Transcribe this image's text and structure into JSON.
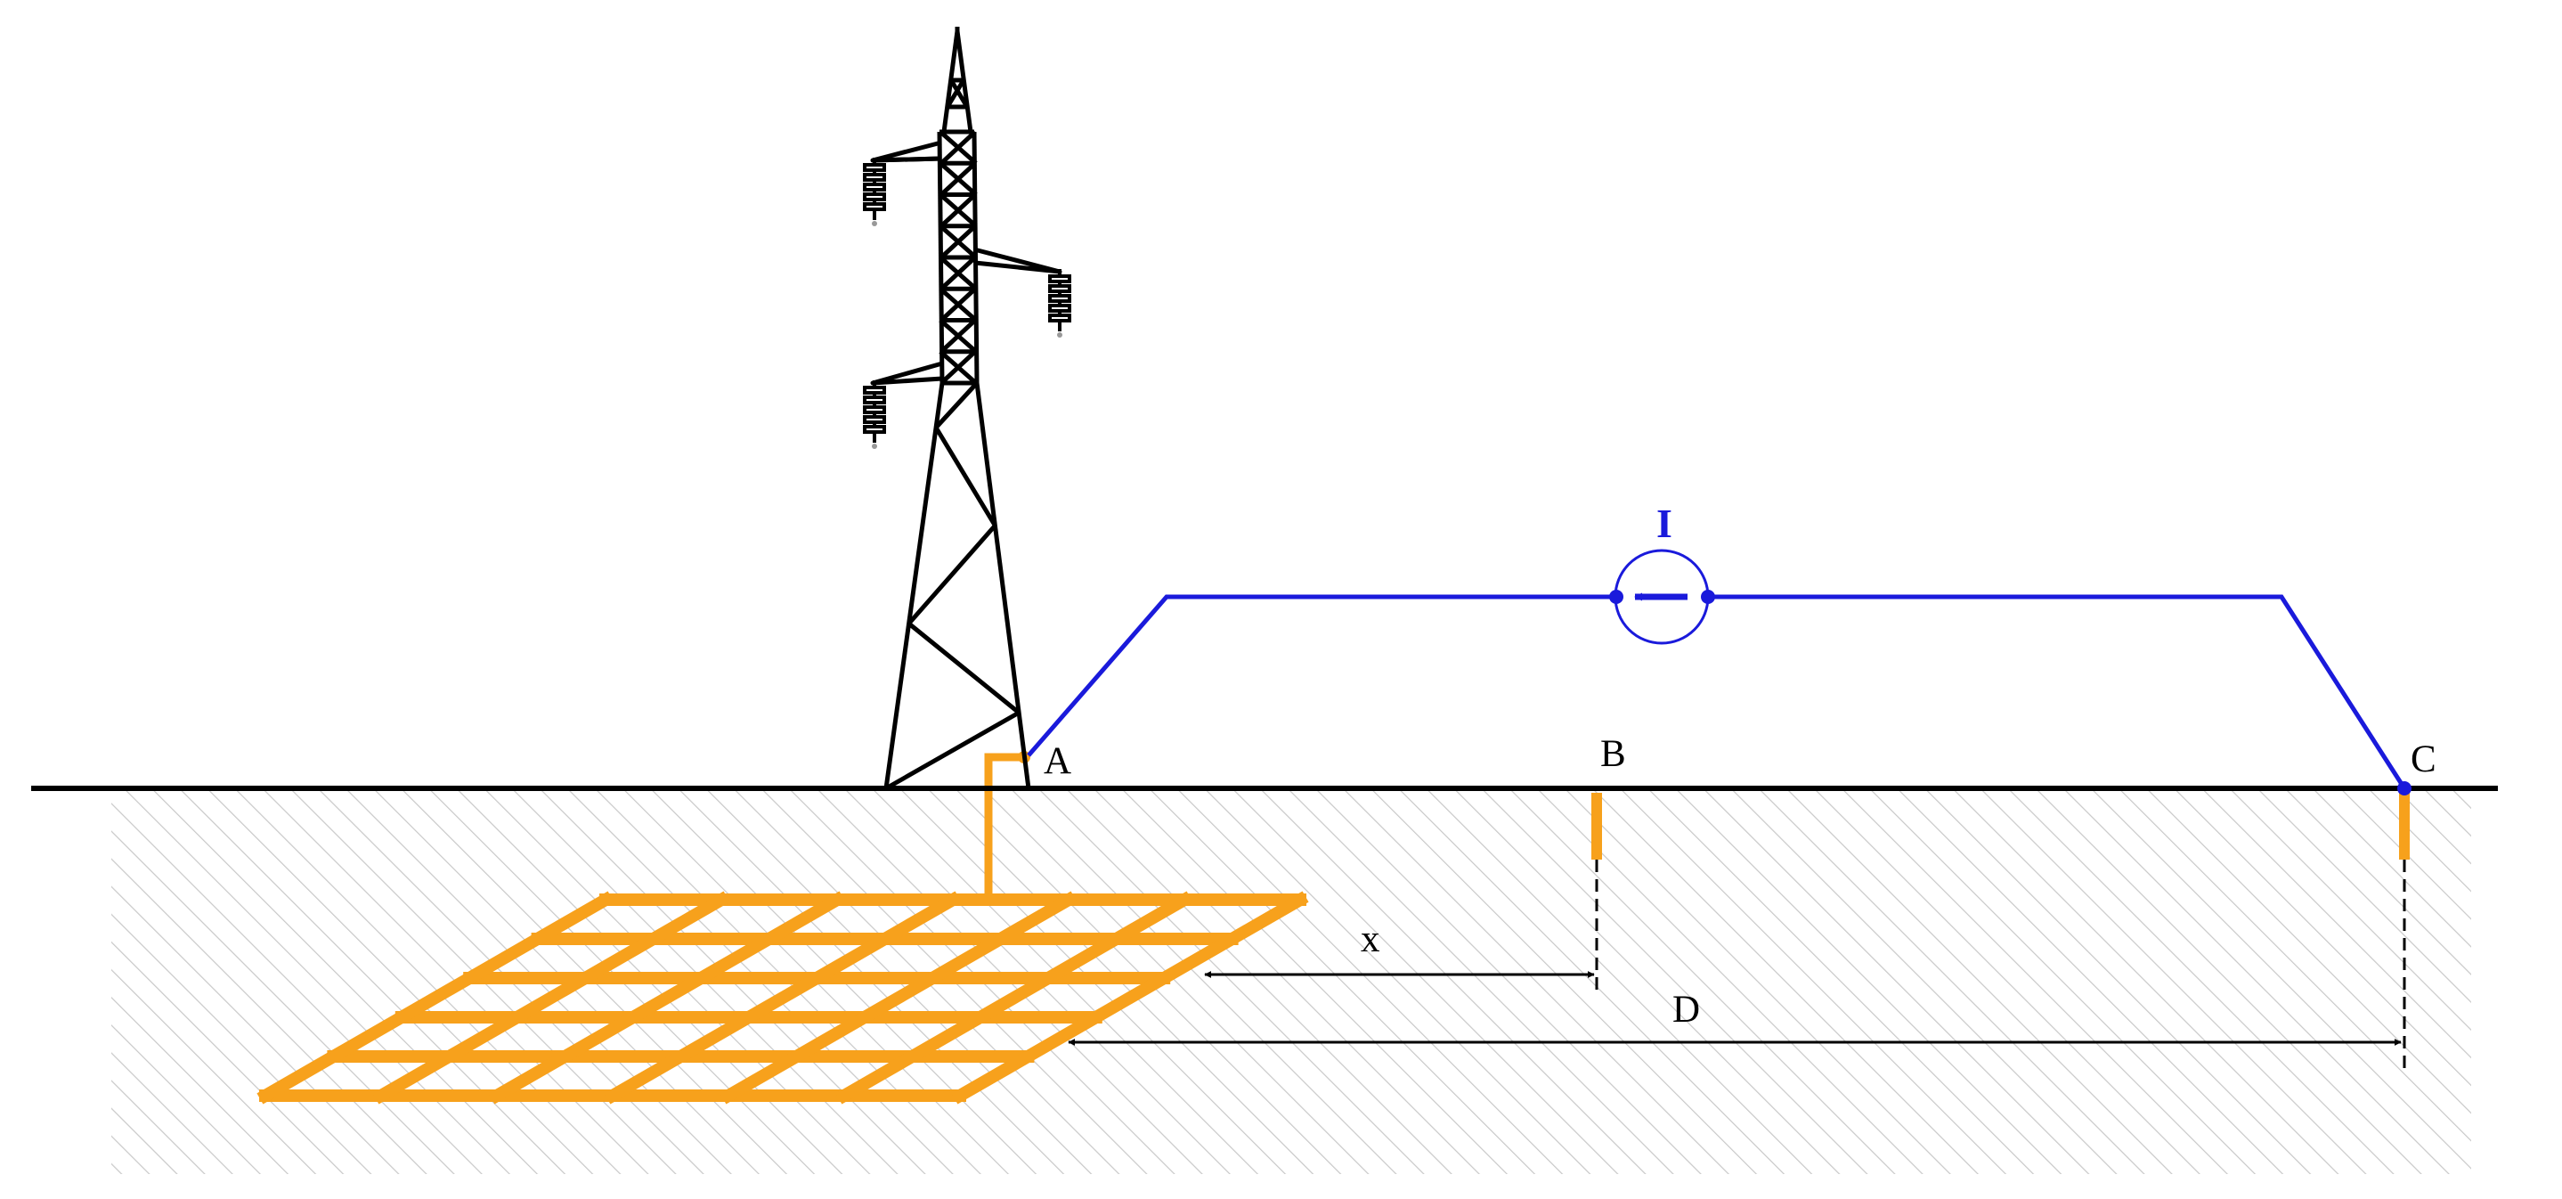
{
  "labels": {
    "point_a": "A",
    "point_b": "B",
    "point_c": "C",
    "current": "I",
    "distance_x": "x",
    "distance_d": "D"
  },
  "colors": {
    "ground_line": "#000000",
    "soil_hatch": "#c8c8c8",
    "grid_conductor": "#f7a11c",
    "current_circuit": "#1a1adb",
    "tower": "#000000",
    "dimension": "#000000"
  }
}
